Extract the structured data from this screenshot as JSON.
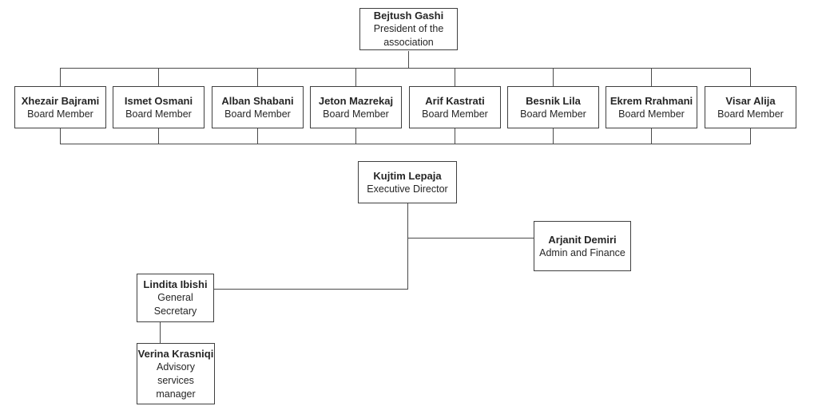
{
  "org_chart": {
    "president": {
      "name": "Bejtush Gashi",
      "title": "President of the association"
    },
    "board_members": [
      {
        "name": "Xhezair Bajrami",
        "title": "Board Member"
      },
      {
        "name": "Ismet Osmani",
        "title": "Board Member"
      },
      {
        "name": "Alban Shabani",
        "title": "Board Member"
      },
      {
        "name": "Jeton Mazrekaj",
        "title": "Board Member"
      },
      {
        "name": "Arif Kastrati",
        "title": "Board Member"
      },
      {
        "name": "Besnik Lila",
        "title": "Board Member"
      },
      {
        "name": "Ekrem Rrahmani",
        "title": "Board Member"
      },
      {
        "name": "Visar Alija",
        "title": "Board Member"
      }
    ],
    "executive_director": {
      "name": "Kujtim Lepaja",
      "title": "Executive Director"
    },
    "admin_and_finance": {
      "name": "Arjanit Demiri",
      "title": "Admin and Finance"
    },
    "general_secretary": {
      "name": "Lindita Ibishi",
      "title": "General Secretary"
    },
    "advisory_services_manager": {
      "name": "Verina Krasniqi",
      "title": "Advisory services manager"
    }
  },
  "colors": {
    "background": "#ffffff",
    "box_border": "#3f3f3f",
    "line": "#4a4a4a",
    "text": "#262626"
  }
}
